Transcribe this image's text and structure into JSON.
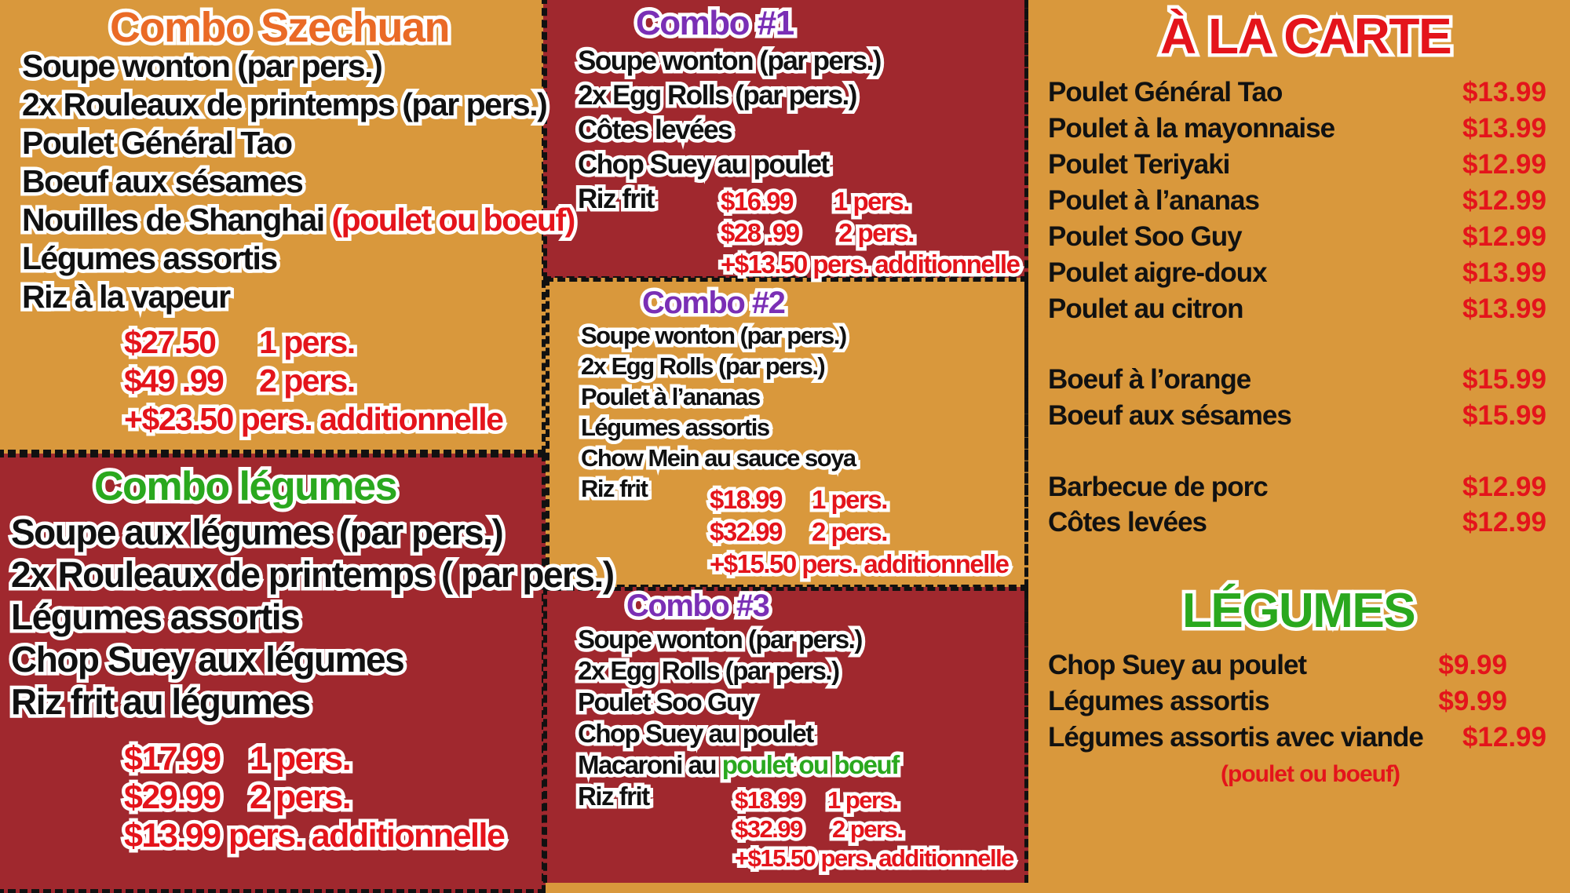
{
  "combo_szechuan": {
    "title": "Combo Szechuan",
    "items": [
      "Soupe wonton (par pers.)",
      "2x Rouleaux de printemps (par pers.)",
      "Poulet Général Tao",
      "Boeuf aux sésames",
      "Nouilles de Shanghai",
      "Légumes assortis",
      "Riz à la vapeur"
    ],
    "item_note": "(poulet ou boeuf)",
    "price1": "$27.50",
    "label1": "1 pers.",
    "price2": "$49 .99",
    "label2": "2 pers.",
    "extra": "+$23.50 pers. additionnelle"
  },
  "combo_legumes": {
    "title": "Combo légumes",
    "items": [
      "Soupe aux légumes (par pers.)",
      "2x Rouleaux de printemps ( par pers.)",
      "Légumes assortis",
      "Chop Suey aux légumes",
      "Riz frit au légumes"
    ],
    "price1": "$17.99",
    "label1": "1 pers.",
    "price2": "$29.99",
    "label2": "2 pers.",
    "extra": "$13.99 pers. additionnelle"
  },
  "combo1": {
    "title": "Combo #1",
    "items": [
      "Soupe wonton (par pers.)",
      "2x Egg Rolls (par pers.)",
      "Côtes levées",
      "Chop Suey au poulet",
      "Riz frit"
    ],
    "price1": "$16.99",
    "label1": "1 pers.",
    "price2": "$28 .99",
    "label2": "2 pers.",
    "extra": "+$13.50 pers. additionnelle"
  },
  "combo2": {
    "title": "Combo #2",
    "items": [
      "Soupe wonton (par pers.)",
      "2x Egg Rolls (par pers.)",
      "Poulet à l’ananas",
      "Légumes assortis",
      "Chow Mein au sauce soya",
      "Riz frit"
    ],
    "price1": "$18.99",
    "label1": "1 pers.",
    "price2": "$32.99",
    "label2": "2 pers.",
    "extra": "+$15.50 pers. additionnelle"
  },
  "combo3": {
    "title": "Combo #3",
    "items": [
      "Soupe wonton (par pers.)",
      "2x Egg Rolls (par pers.)",
      "Poulet Soo Guy",
      "Chop Suey au poulet",
      "Macaroni au",
      "Riz frit"
    ],
    "item_note": "poulet ou boeuf",
    "price1": "$18.99",
    "label1": "1 pers.",
    "price2": "$32.99",
    "label2": "2 pers.",
    "extra": "+$15.50 pers. additionnelle"
  },
  "a_la_carte": {
    "title": "À LA CARTE",
    "items": [
      {
        "name": "Poulet Général Tao",
        "price": "$13.99"
      },
      {
        "name": "Poulet à la mayonnaise",
        "price": "$13.99"
      },
      {
        "name": "Poulet Teriyaki",
        "price": "$12.99"
      },
      {
        "name": "Poulet à l’ananas",
        "price": "$12.99"
      },
      {
        "name": "Poulet Soo Guy",
        "price": "$12.99"
      },
      {
        "name": "Poulet aigre-doux",
        "price": "$13.99"
      },
      {
        "name": "Poulet au citron",
        "price": "$13.99"
      },
      {
        "name": "Boeuf à l’orange",
        "price": "$15.99"
      },
      {
        "name": "Boeuf aux sésames",
        "price": "$15.99"
      },
      {
        "name": "Barbecue de porc",
        "price": "$12.99"
      },
      {
        "name": "Côtes levées",
        "price": "$12.99"
      }
    ]
  },
  "legumes": {
    "title": "LÉGUMES",
    "items": [
      {
        "name": "Chop Suey au poulet",
        "price": "$9.99"
      },
      {
        "name": "Légumes assortis",
        "price": "$9.99"
      },
      {
        "name": "Légumes assortis avec viande",
        "price": "$12.99"
      }
    ],
    "note": "(poulet ou boeuf)"
  },
  "colors": {
    "orange_bg": "#d9983c",
    "red_bg": "#a0282e",
    "price_red": "#e4141b",
    "title_green": "#2aa81e",
    "title_purple": "#7a2fb5",
    "title_orange": "#ea6a26"
  }
}
